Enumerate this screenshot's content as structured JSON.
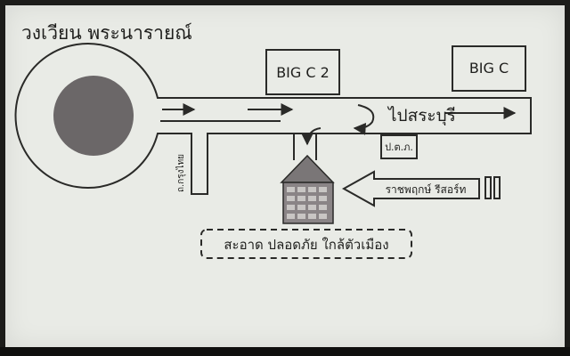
{
  "map": {
    "title": "วงเวียน พระนารายณ์",
    "landmarks": {
      "big_c2": "BIG C 2",
      "big_c": "BIG C",
      "pdk": "ป.ต.ภ.",
      "direction": "ไปสระบุรี",
      "side_road": "ถ.กรุงไทย",
      "resort": "ราชพฤกษ์ รีสอร์ท",
      "tagline": "สะอาด ปลอดภัย ใกล้ตัวเมือง"
    },
    "colors": {
      "card": "#e9ebe6",
      "ink": "#2a2a28",
      "roundabout_center": "#6b6768",
      "building_roof": "#7a7677",
      "building_body": "#8a8486"
    },
    "icons": [
      "roundabout-center-icon",
      "building-icon",
      "arrow-right-icon",
      "u-turn-arrow-icon",
      "double-bar-icon"
    ]
  }
}
